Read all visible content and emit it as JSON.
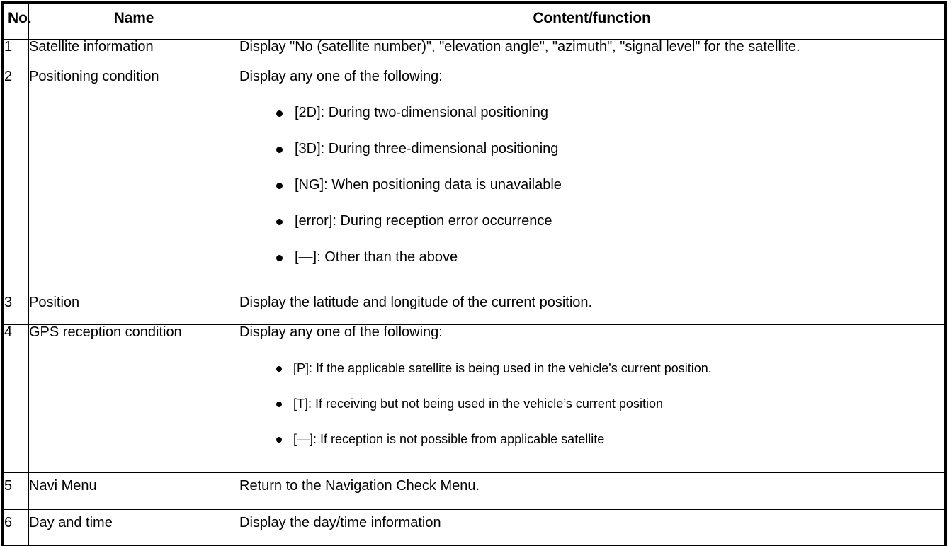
{
  "table": {
    "columns": [
      "No.",
      "Name",
      "Content/function"
    ],
    "rows": [
      {
        "no": "1",
        "name": "Satellite information",
        "content": {
          "lead": "Display \"No (satellite number)\", \"elevation angle\", \"azimuth\", \"signal level\" for the satellite.",
          "bullets": []
        }
      },
      {
        "no": "2",
        "name": "Positioning condition",
        "content": {
          "lead": "Display any one of the following:",
          "bullets": [
            "[2D]: During two-dimensional positioning",
            "[3D]: During three-dimensional positioning",
            "[NG]: When positioning data is unavailable",
            "[error]: During reception error occurrence",
            "[—]: Other than the above"
          ]
        }
      },
      {
        "no": "3",
        "name": "Position",
        "content": {
          "lead": "Display the latitude and longitude of the current position.",
          "bullets": []
        }
      },
      {
        "no": "4",
        "name": "GPS reception condition",
        "content": {
          "lead": "Display any one of the following:",
          "bullets": [
            "[P]: If the applicable satellite is being used in the vehicle's current position.",
            "[T]: If receiving but not being used in the vehicle’s current position",
            "[—]: If reception is not possible from applicable satellite"
          ]
        }
      },
      {
        "no": "5",
        "name": "Navi Menu",
        "content": {
          "lead": "Return to the Navigation Check Menu.",
          "bullets": []
        }
      },
      {
        "no": "6",
        "name": "Day and time",
        "content": {
          "lead": "Display the day/time information",
          "bullets": []
        }
      }
    ]
  },
  "colors": {
    "ink": "#000000",
    "paper": "#ffffff"
  }
}
